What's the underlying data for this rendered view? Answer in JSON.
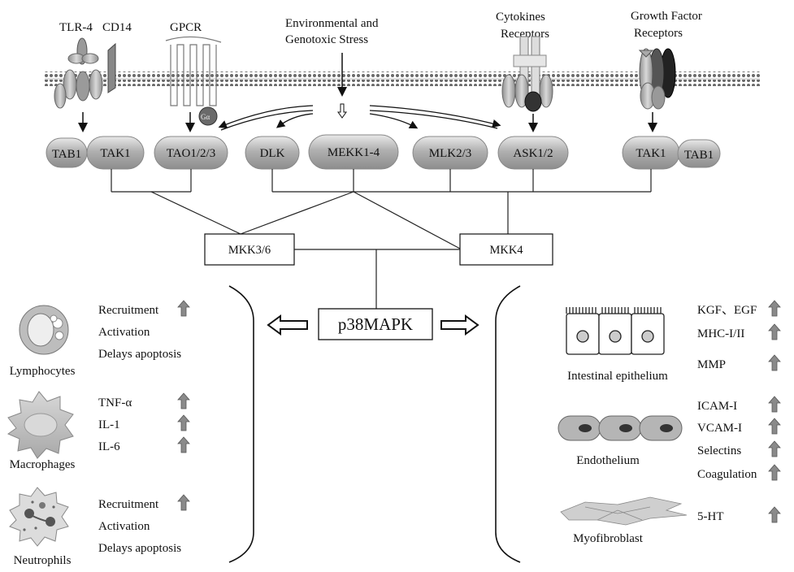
{
  "receptors": {
    "tlr4": "TLR-4",
    "cd14": "CD14",
    "gpcr": "GPCR",
    "stress_line1": "Environmental and",
    "stress_line2": "Genotoxic Stress",
    "cytokine_line1": "Cytokines",
    "cytokine_line2": "Receptors",
    "growth_line1": "Growth Factor",
    "growth_line2": "Receptors",
    "g_protein": "Gα"
  },
  "kinases": {
    "tab1_left": "TAB1",
    "tak1_left": "TAK1",
    "tao": "TAO1/2/3",
    "dlk": "DLK",
    "mekk": "MEKK1-4",
    "mlk": "MLK2/3",
    "ask": "ASK1/2",
    "tak1_right": "TAK1",
    "tab1_right": "TAB1"
  },
  "mapkk": {
    "mkk36": "MKK3/6",
    "mkk4": "MKK4"
  },
  "center": {
    "p38": "p38MAPK"
  },
  "left_cells": [
    {
      "name": "Lymphocytes",
      "effects": [
        "Recruitment",
        "Activation",
        "Delays apoptosis"
      ],
      "arrows": [
        true,
        false,
        false
      ]
    },
    {
      "name": "Macrophages",
      "effects": [
        "TNF-α",
        "IL-1",
        "IL-6"
      ],
      "arrows": [
        true,
        true,
        true
      ]
    },
    {
      "name": "Neutrophils",
      "effects": [
        "Recruitment",
        "Activation",
        "Delays apoptosis"
      ],
      "arrows": [
        true,
        false,
        false
      ]
    }
  ],
  "right_cells": [
    {
      "name": "Intestinal epithelium",
      "effects": [
        "KGF、EGF",
        "MHC-I/II",
        "MMP"
      ]
    },
    {
      "name": "Endothelium",
      "effects": [
        "ICAM-I",
        "VCAM-I",
        "Selectins",
        "Coagulation"
      ]
    },
    {
      "name": "Myofibroblast",
      "effects": [
        "5-HT"
      ]
    }
  ],
  "colors": {
    "pill_fill": "#a8a8a8",
    "up_arrow": "#8a8a8a",
    "line": "#222222"
  }
}
